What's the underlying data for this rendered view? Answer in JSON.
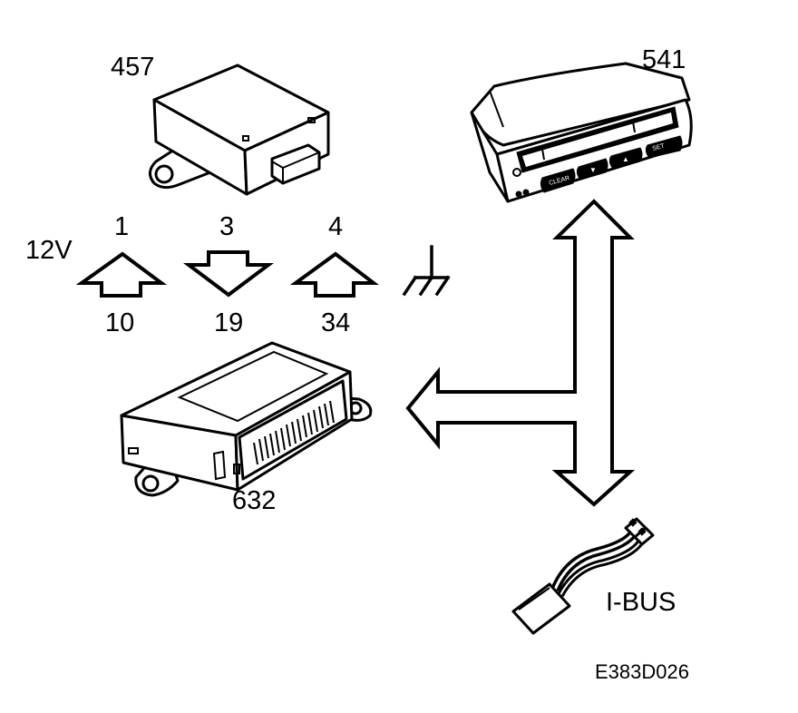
{
  "components": {
    "module_457": {
      "label": "457"
    },
    "display_541": {
      "label": "541",
      "buttons": [
        "CLEAR",
        "▼",
        "▲",
        "SET"
      ]
    },
    "control_unit_632": {
      "label": "632"
    },
    "ibus_connector": {
      "label": "I-BUS"
    }
  },
  "signals": {
    "supply": {
      "label": "12V"
    },
    "pin_1": {
      "top": "1",
      "bottom": "10",
      "direction": "up"
    },
    "pin_3": {
      "top": "3",
      "bottom": "19",
      "direction": "down"
    },
    "pin_4": {
      "top": "4",
      "bottom": "34",
      "direction": "up"
    },
    "ground": {
      "symbol": "ground-icon"
    }
  },
  "figure_ref": "E383D026"
}
